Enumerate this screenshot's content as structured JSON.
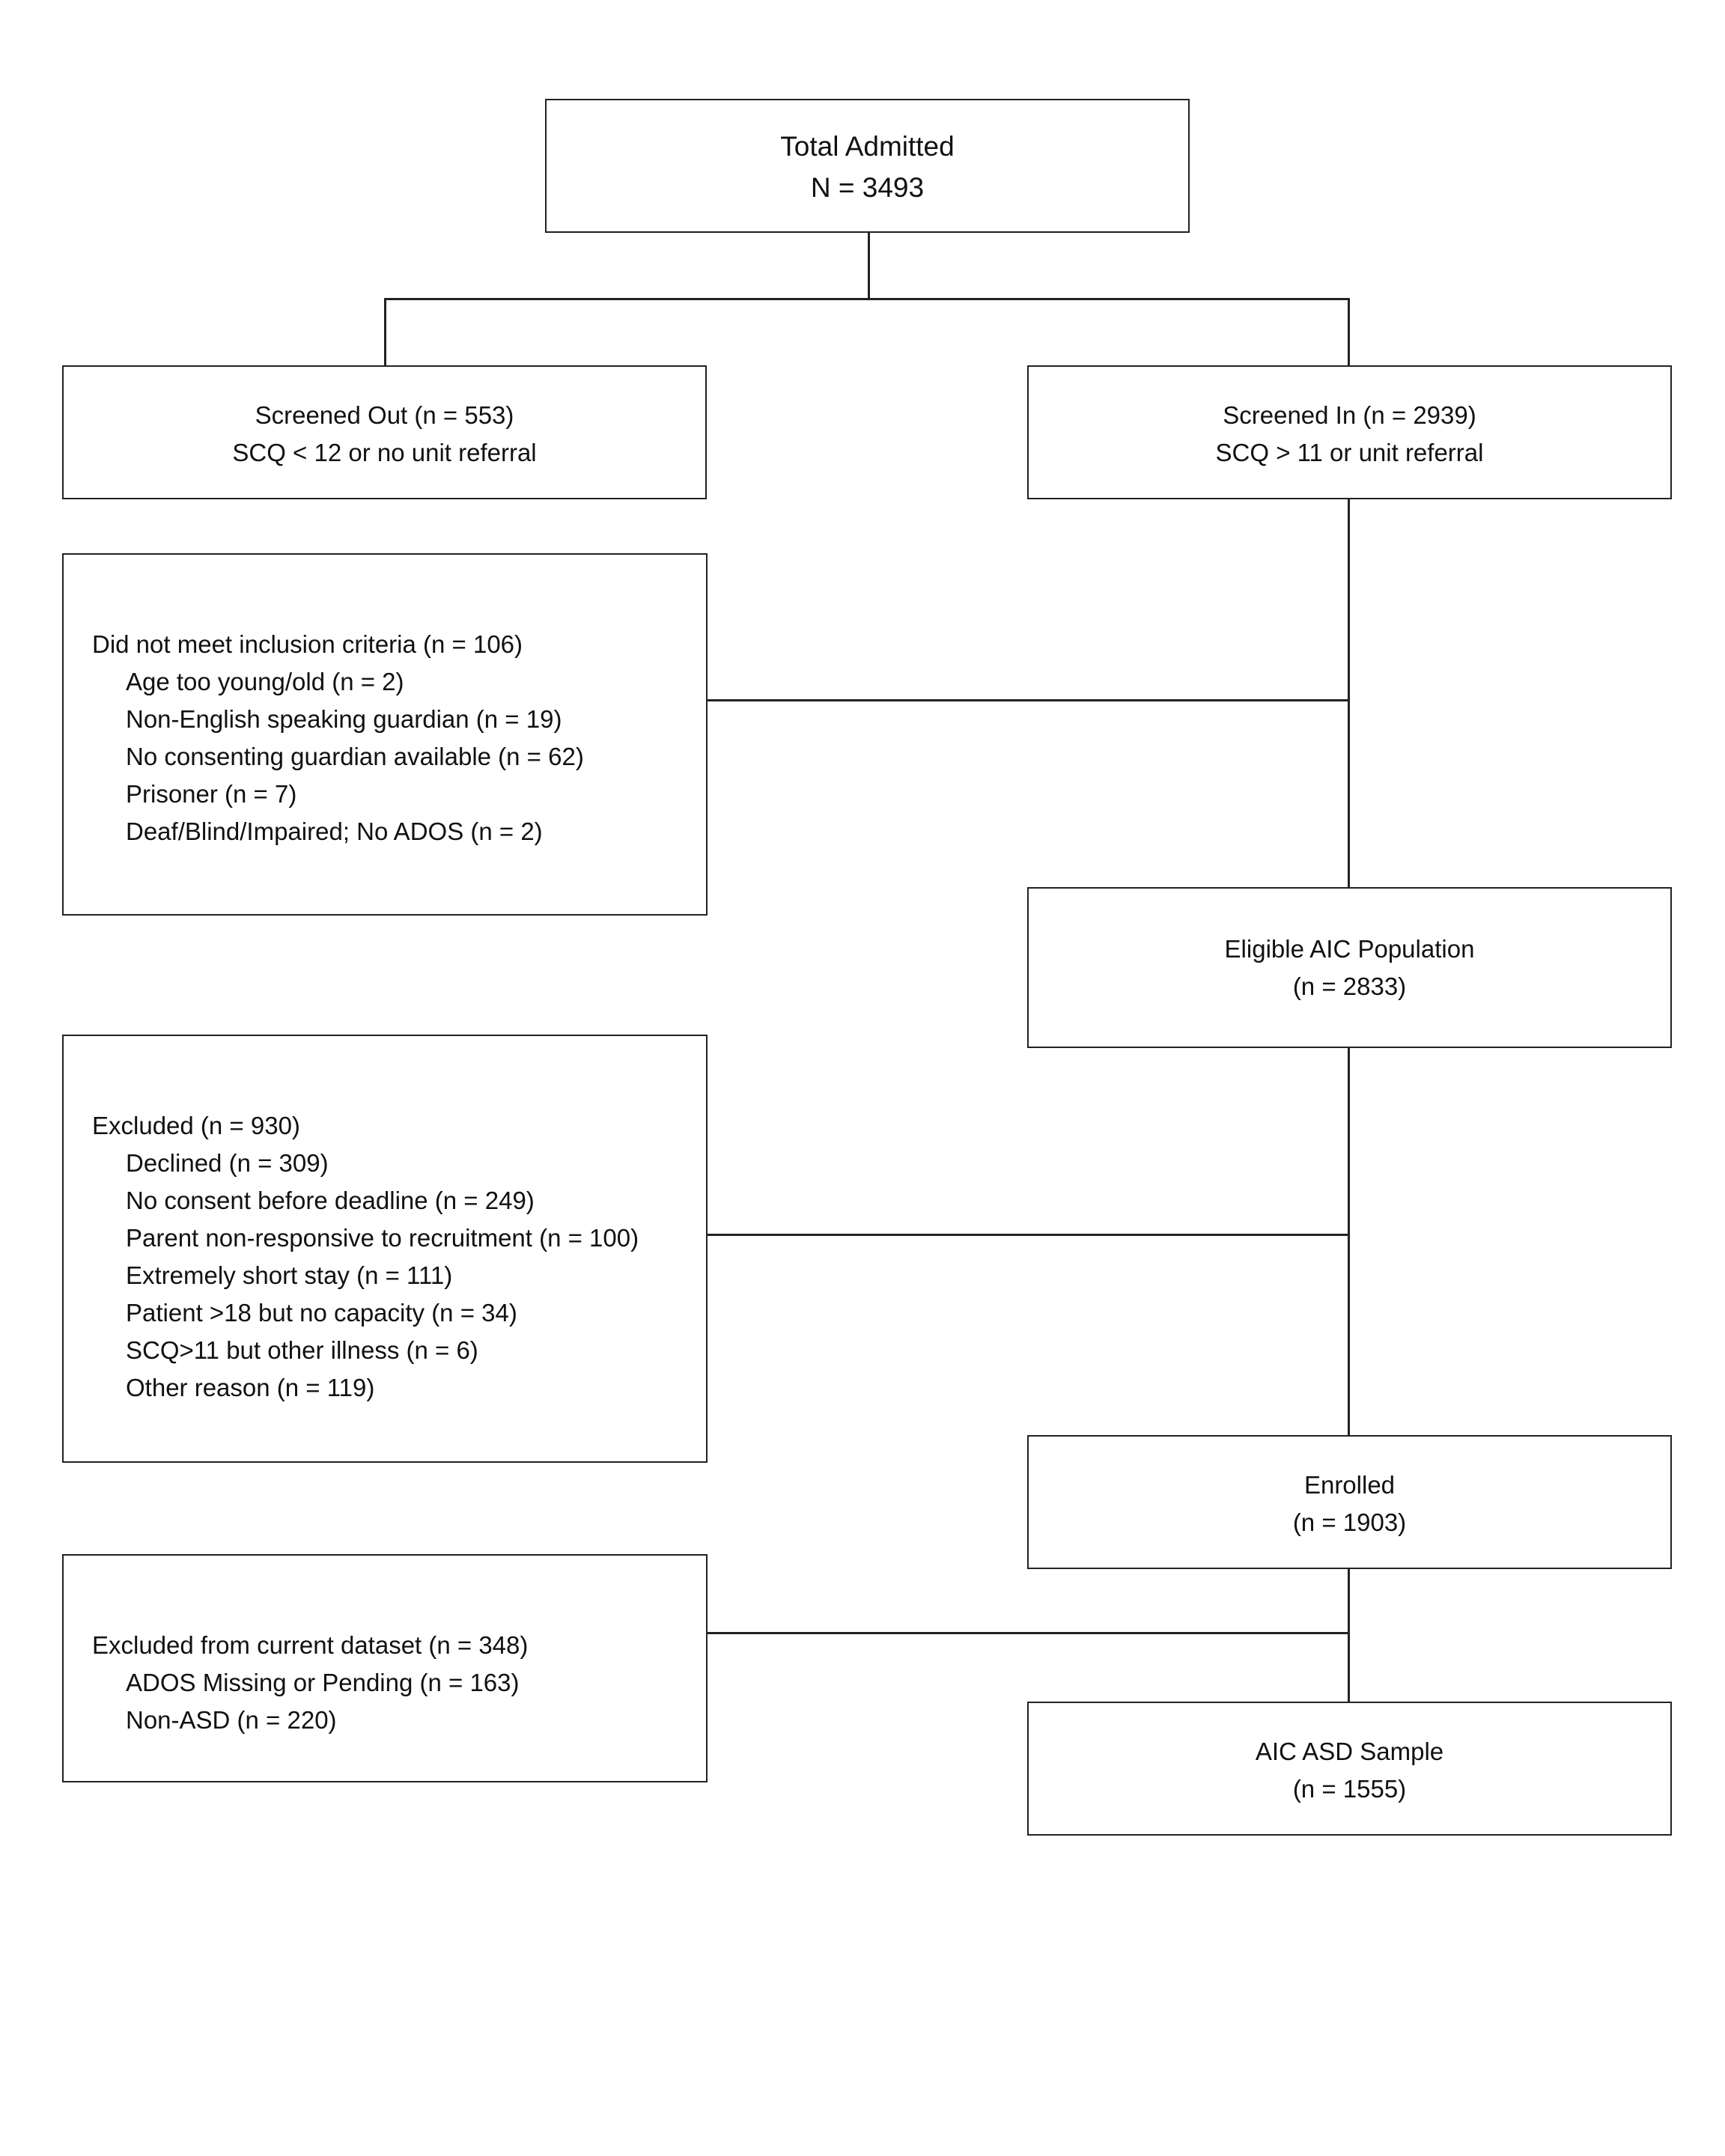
{
  "flowchart": {
    "total": {
      "title": "Total Admitted",
      "count": "N = 3493"
    },
    "screened_out": {
      "line1": "Screened Out (n = 553)",
      "line2": "SCQ < 12 or no unit referral"
    },
    "screened_in": {
      "line1": "Screened In (n = 2939)",
      "line2": "SCQ > 11 or unit referral"
    },
    "inclusion": {
      "heading": "Did not meet inclusion criteria (n = 106)",
      "items": [
        "Age too young/old (n = 2)",
        "Non-English speaking guardian (n = 19)",
        "No consenting guardian available (n = 62)",
        "Prisoner (n = 7)",
        "Deaf/Blind/Impaired; No ADOS (n = 2)"
      ]
    },
    "eligible": {
      "line1": "Eligible AIC Population",
      "line2": "(n = 2833)"
    },
    "excluded": {
      "heading": "Excluded (n = 930)",
      "items": [
        "Declined (n = 309)",
        "No consent before deadline (n = 249)",
        "Parent non-responsive to recruitment (n = 100)",
        "Extremely short stay (n = 111)",
        "Patient >18 but no capacity (n = 34)",
        "SCQ>11 but other illness (n = 6)",
        "Other reason (n = 119)"
      ]
    },
    "enrolled": {
      "line1": "Enrolled",
      "line2": "(n = 1903)"
    },
    "dataset_excluded": {
      "heading": "Excluded from current dataset (n = 348)",
      "items": [
        "ADOS Missing or Pending (n = 163)",
        "Non-ASD (n = 220)"
      ]
    },
    "asd_sample": {
      "line1": "AIC ASD Sample",
      "line2": "(n = 1555)"
    }
  }
}
